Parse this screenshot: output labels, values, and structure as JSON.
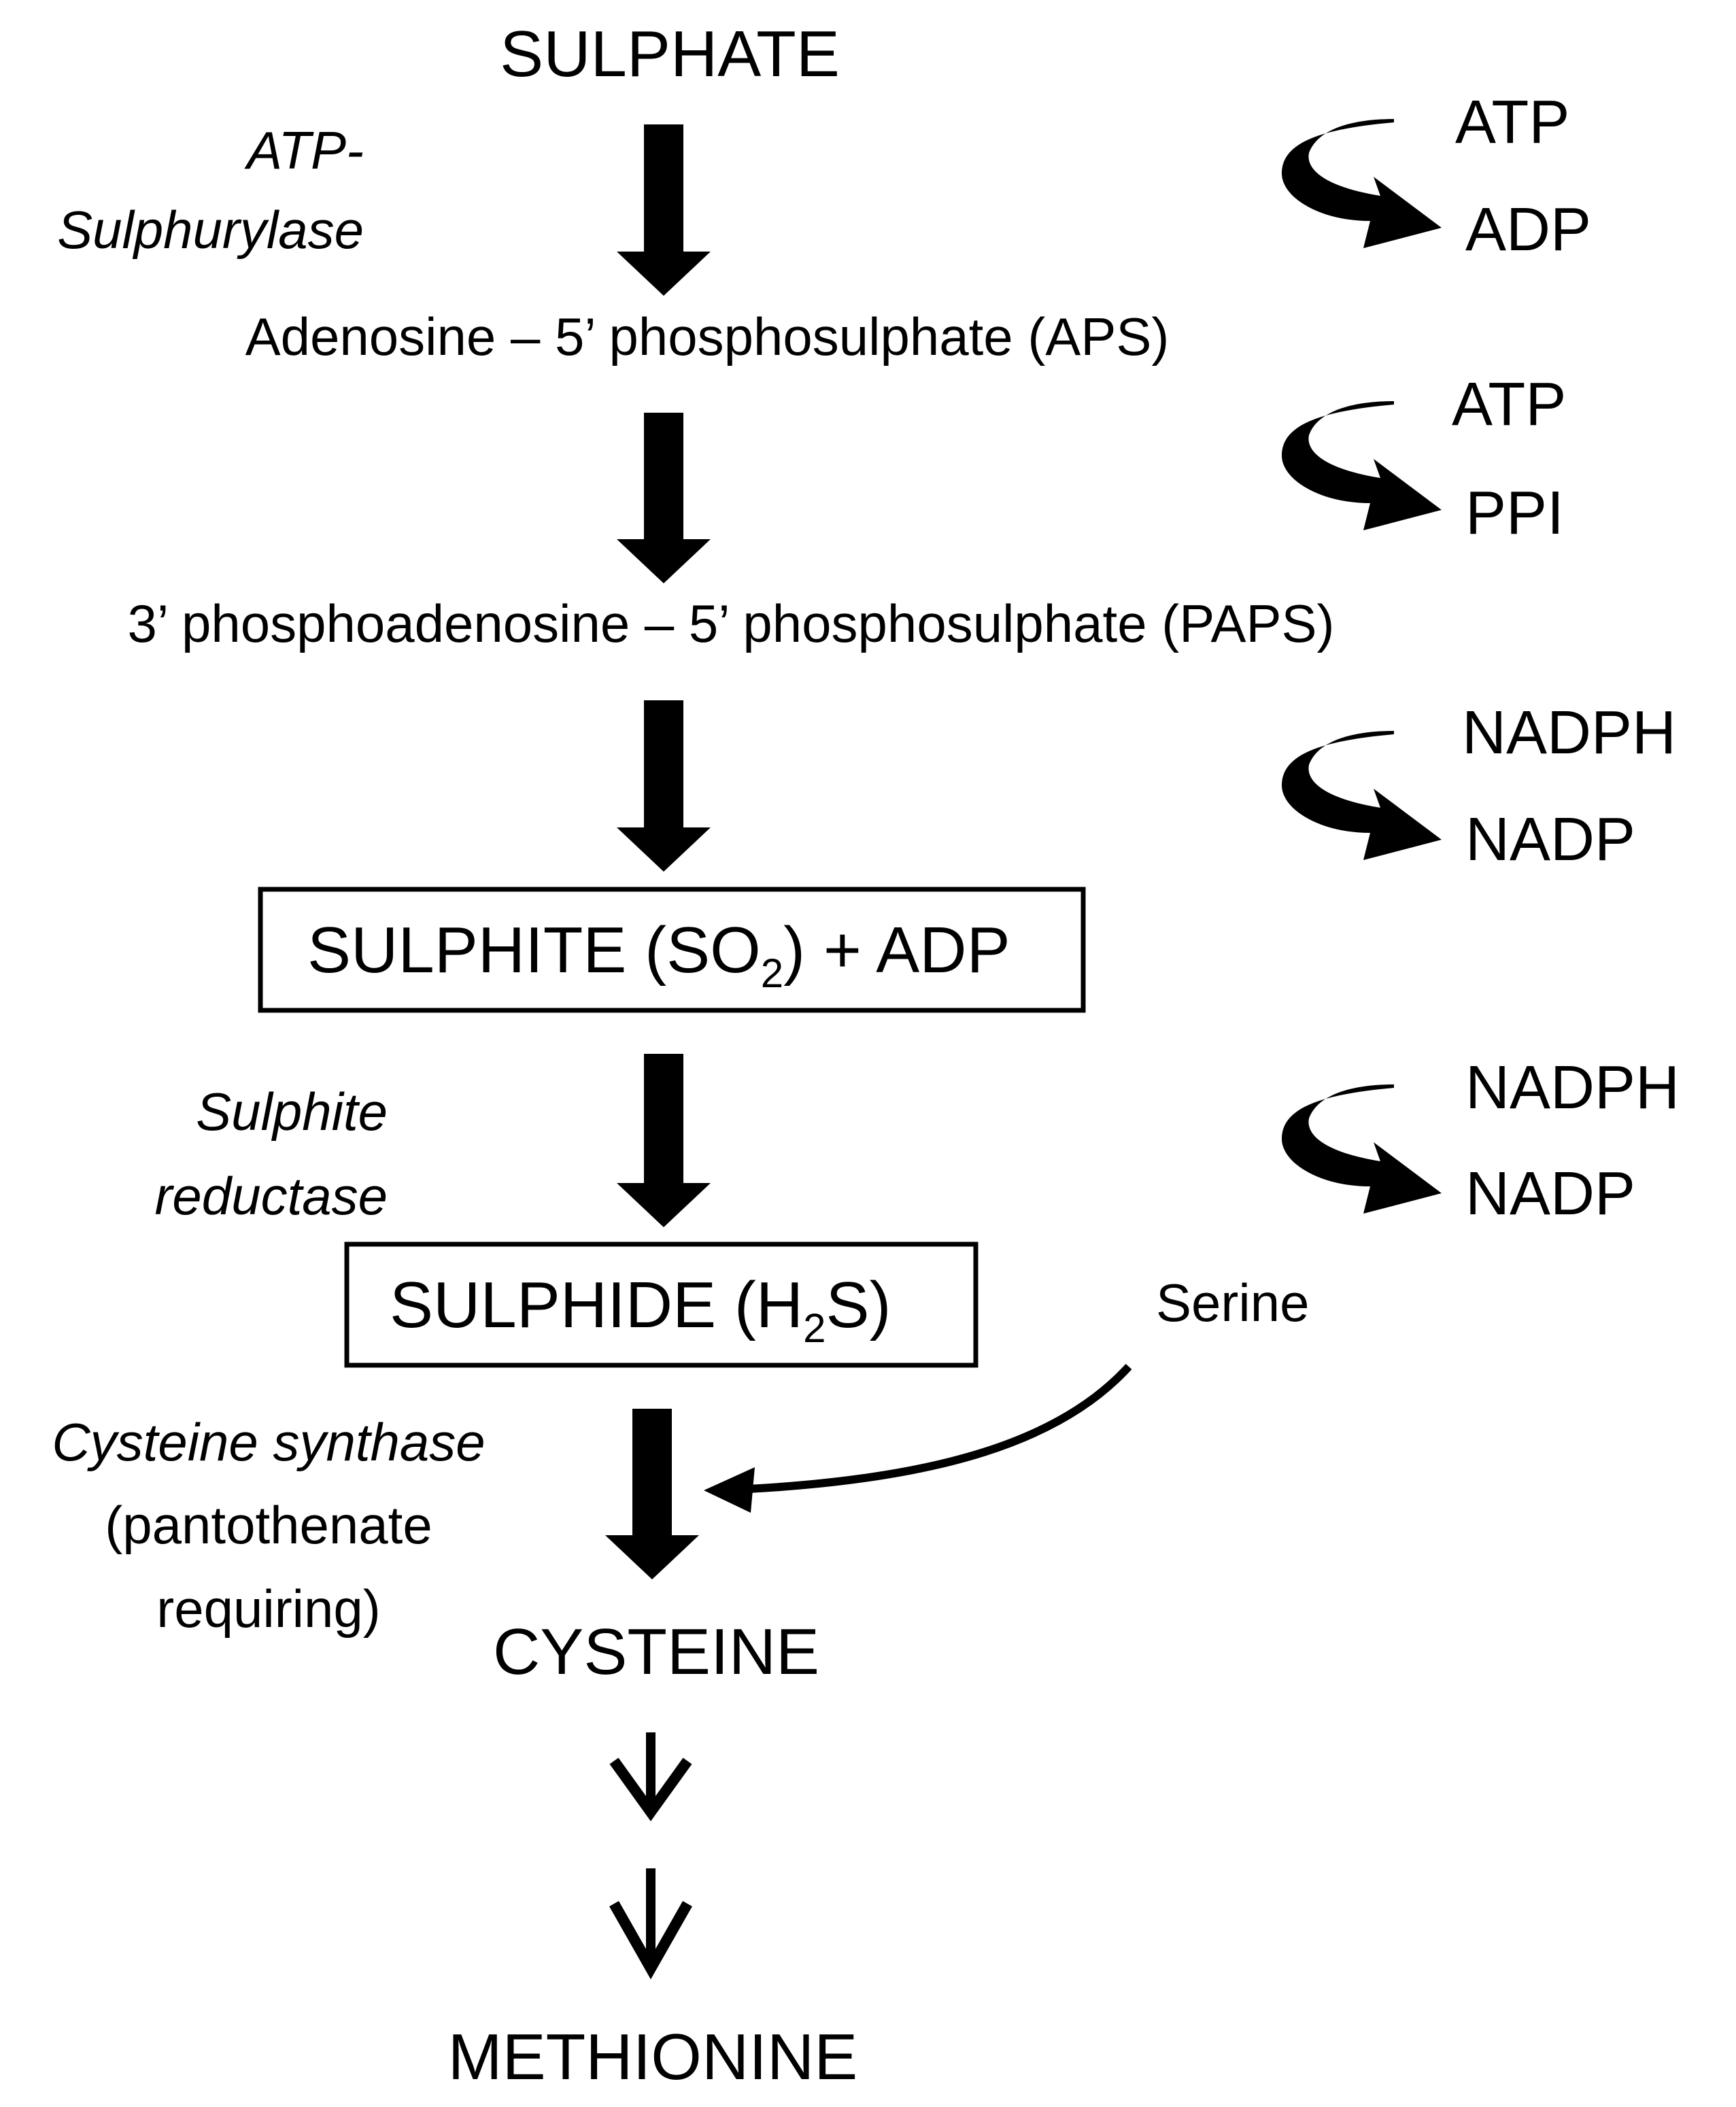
{
  "compounds": {
    "sulphate": "SULPHATE",
    "aps": "Adenosine – 5’ phosphosulphate (APS)",
    "paps": "3’ phosphoadenosine – 5’ phosphosulphate (PAPS)",
    "sulphite": {
      "main": "SULPHITE (SO",
      "sub": "2",
      "tail": ") + ADP"
    },
    "sulphide": {
      "main": "SULPHIDE (H",
      "sub": "2",
      "tail": "S)"
    },
    "cysteine": "CYSTEINE",
    "methionine": "METHIONINE",
    "serine": "Serine"
  },
  "enzymes": {
    "atp_sulphurylase": [
      "ATP-",
      "Sulphurylase"
    ],
    "sulphite_reductase": [
      "Sulphite",
      "reductase"
    ],
    "cysteine_synthase": [
      "Cysteine synthase",
      "(pantothenate",
      "requiring)"
    ]
  },
  "cofactors": [
    {
      "in": "ATP",
      "out": "ADP"
    },
    {
      "in": "ATP",
      "out": "PPI"
    },
    {
      "in": "NADPH",
      "out": "NADP"
    },
    {
      "in": "NADPH",
      "out": "NADP"
    }
  ]
}
